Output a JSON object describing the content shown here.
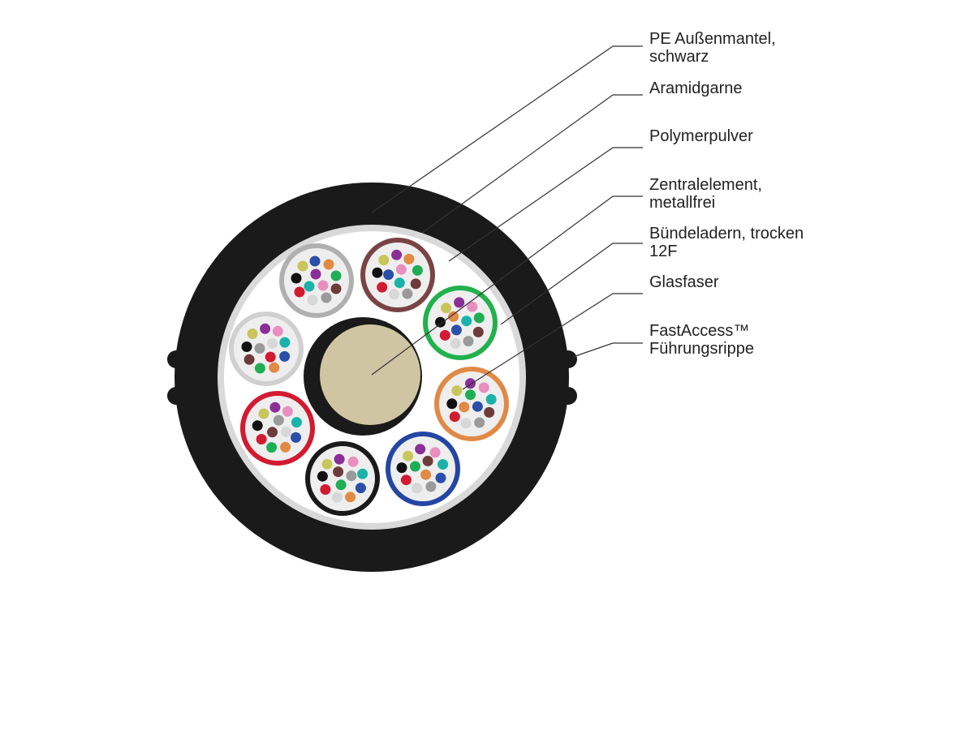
{
  "labels": {
    "outer_jacket": {
      "line1": "PE Außenmantel,",
      "line2": "schwarz"
    },
    "aramid": {
      "line1": "Aramidgarne"
    },
    "powder": {
      "line1": "Polymerpulver"
    },
    "central": {
      "line1": "Zentralelement,",
      "line2": "metallfrei"
    },
    "bundles": {
      "line1": "Bündeladern, trocken",
      "line2": "12F"
    },
    "fiber": {
      "line1": "Glasfaser"
    },
    "fastaccess": {
      "line1": "FastAccess™",
      "line2": "Führungsrippe"
    }
  },
  "colors": {
    "jacket": "#1a1a1a",
    "aramid": "#d9d9d9",
    "powder": "#ffffff",
    "central_ring": "#1a1a1a",
    "central_core": "#cfc5a3",
    "tube_fill": "#eeeeee",
    "leader": "#333333"
  },
  "fiber_colors": {
    "blue": "#2a4fa8",
    "orange": "#e08a45",
    "green": "#1eae55",
    "brown": "#6e3b3b",
    "slate": "#9a9a9a",
    "white": "#d7d7d7",
    "red": "#d21a30",
    "black": "#111111",
    "yellow": "#c8c55a",
    "violet": "#8b2f98",
    "rose": "#e88fbf",
    "aqua": "#1ab3a9"
  },
  "tubes": [
    {
      "name": "tube-slate",
      "color": "#b0b0b0"
    },
    {
      "name": "tube-brown",
      "color": "#7a4444"
    },
    {
      "name": "tube-green",
      "color": "#22b14c"
    },
    {
      "name": "tube-orange",
      "color": "#e08a45"
    },
    {
      "name": "tube-blue",
      "color": "#2446a3"
    },
    {
      "name": "tube-black",
      "color": "#1a1a1a"
    },
    {
      "name": "tube-red",
      "color": "#d21a30"
    },
    {
      "name": "tube-white",
      "color": "#d0d0d0"
    }
  ]
}
